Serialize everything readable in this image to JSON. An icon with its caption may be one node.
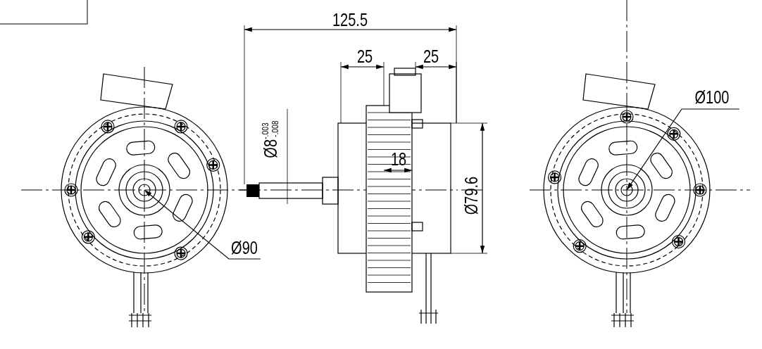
{
  "diagram": {
    "labels": [
      "125.5",
      "25",
      "25",
      "Ø8$^{-.003}$$_{-.008}$",
      "18",
      "Ø79.6",
      "Ø90",
      "Ø100"
    ]
  }
}
